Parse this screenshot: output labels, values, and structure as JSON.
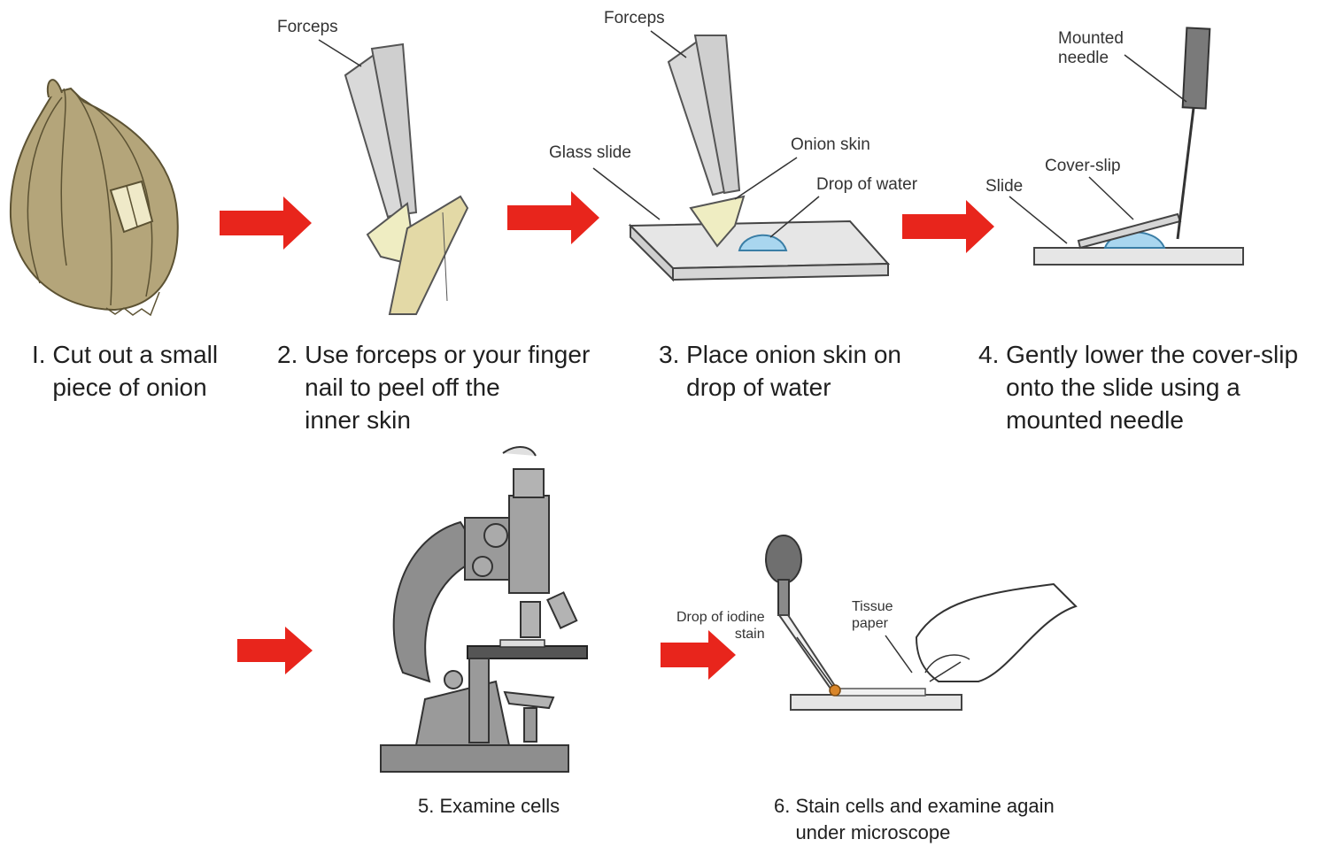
{
  "steps": [
    {
      "caption": "I. Cut out a small\n   piece of onion"
    },
    {
      "caption": "2. Use forceps or your finger\n    nail to peel off the\n    inner skin"
    },
    {
      "caption": "3. Place onion skin on\n    drop of water"
    },
    {
      "caption": "4. Gently lower the cover-slip\n    onto the slide using a\n    mounted needle"
    },
    {
      "caption": "5. Examine cells"
    },
    {
      "caption": "6. Stain cells and examine again\n    under microscope"
    }
  ],
  "labels": {
    "forceps_2": "Forceps",
    "forceps_3": "Forceps",
    "glass_slide": "Glass slide",
    "onion_skin": "Onion skin",
    "drop_of_water": "Drop of water",
    "mounted_needle": "Mounted\nneedle",
    "slide": "Slide",
    "cover_slip": "Cover-slip",
    "drop_of_iodine": "Drop of iodine\nstain",
    "tissue_paper": "Tissue\npaper"
  },
  "colors": {
    "arrow": "#e8251c",
    "onion": "#b4a57a",
    "slide": "#e6e6e6",
    "microscope": "#8e8e8e",
    "water": "#a9d6ef",
    "iodine": "#d9862a"
  }
}
